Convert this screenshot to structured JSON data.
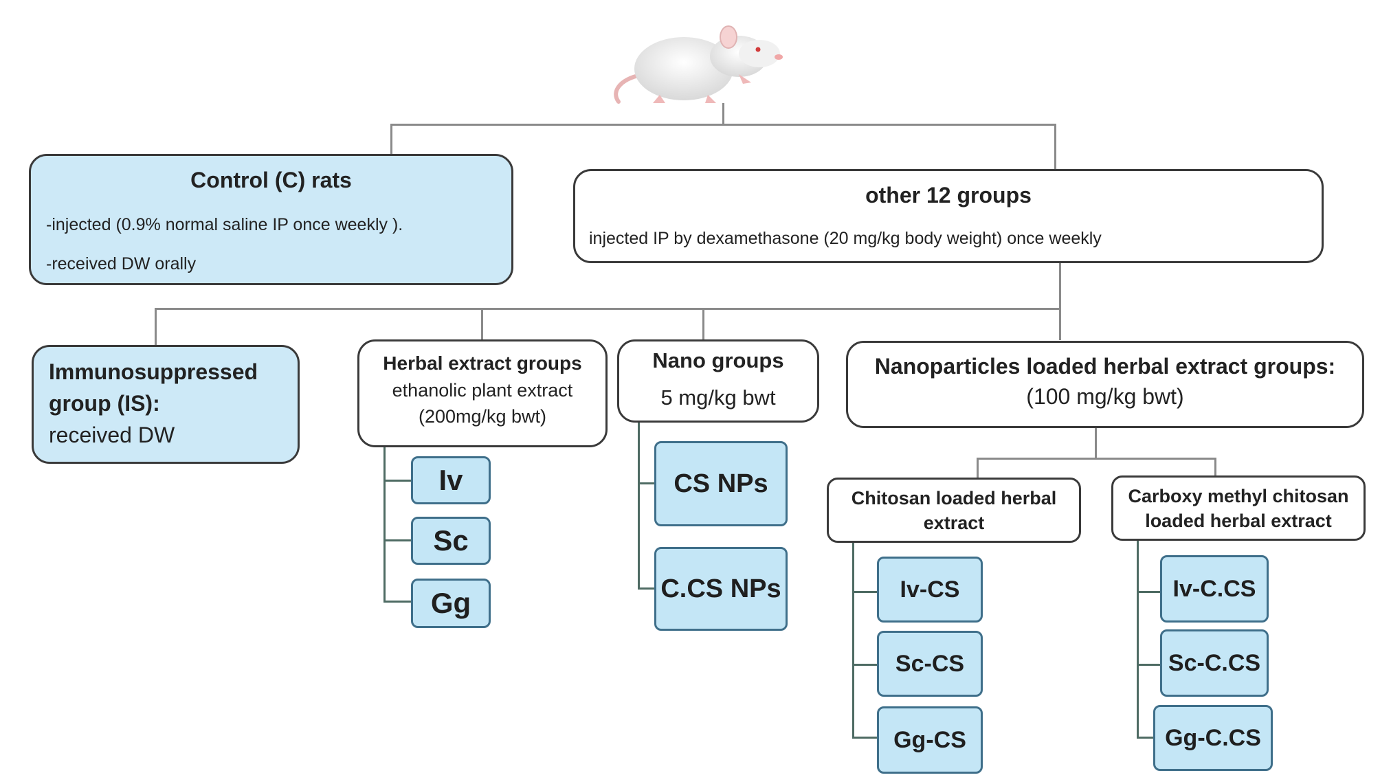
{
  "colors": {
    "box_fill": "#cde9f7",
    "leaf_fill": "#c4e6f6",
    "border": "#3a3a3a",
    "connector": "#8a8a8a"
  },
  "icons": {
    "top": "rat-icon"
  },
  "control": {
    "title": "Control (C) rats",
    "line1": "-injected (0.9% normal saline IP once weekly ).",
    "line2": "-received DW orally"
  },
  "other": {
    "title": "other 12 groups",
    "line1": "injected IP by dexamethasone (20 mg/kg body weight) once weekly"
  },
  "immuno": {
    "title_line1": "Immunosuppressed",
    "title_line2": "group (IS):",
    "line": "received DW"
  },
  "herbal": {
    "title": "Herbal extract groups",
    "line1": "ethanolic plant extract",
    "line2": "(200mg/kg bwt)",
    "leaves": [
      "Iv",
      "Sc",
      "Gg"
    ]
  },
  "nano": {
    "title": "Nano groups",
    "line1": "5 mg/kg bwt",
    "leaves": [
      "CS NPs",
      "C.CS NPs"
    ]
  },
  "np_loaded": {
    "title": "Nanoparticles loaded herbal extract groups:",
    "line1": "(100 mg/kg bwt)"
  },
  "chitosan": {
    "title_line1": "Chitosan loaded herbal",
    "title_line2": "extract",
    "leaves": [
      "Iv-CS",
      "Sc-CS",
      "Gg-CS"
    ]
  },
  "carboxy": {
    "title_line1": "Carboxy methyl chitosan",
    "title_line2": "loaded herbal extract",
    "leaves": [
      "Iv-C.CS",
      "Sc-C.CS",
      "Gg-C.CS"
    ]
  }
}
